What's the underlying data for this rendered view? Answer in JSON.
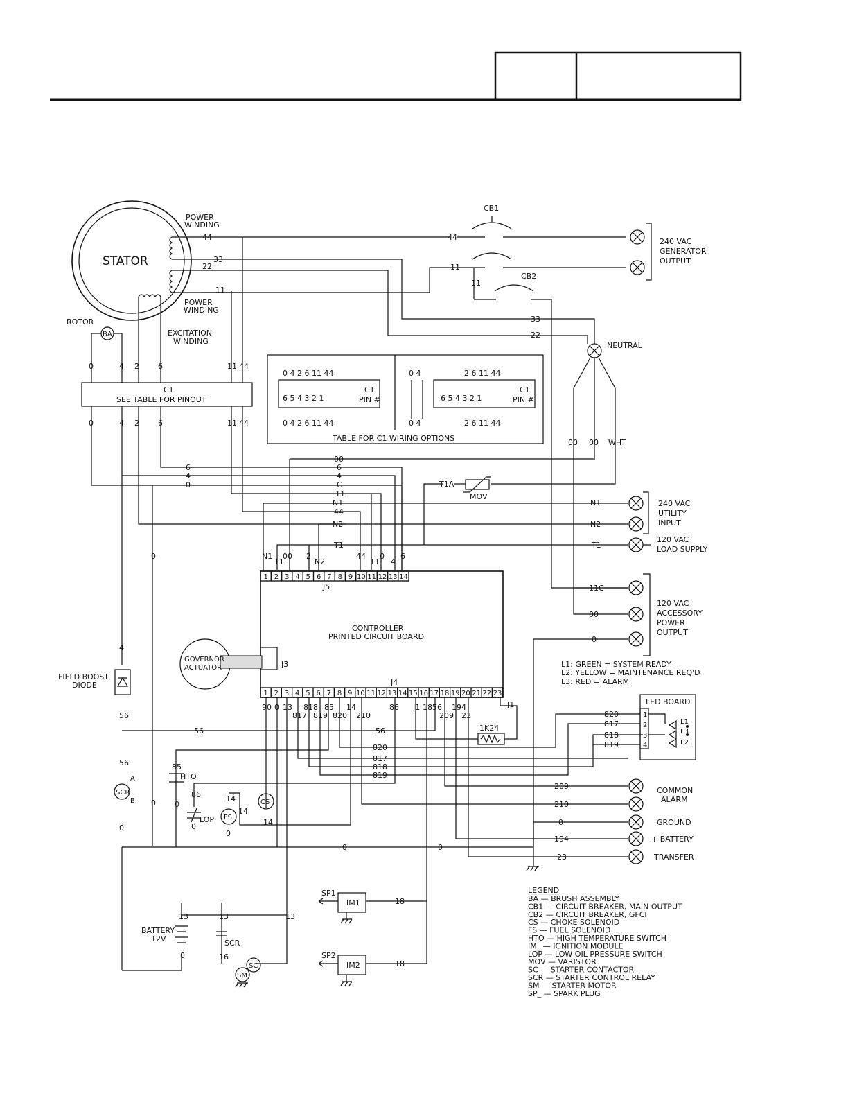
{
  "stator": {
    "label": "STATOR",
    "pw_top_1": "POWER",
    "pw_top_2": "WINDING",
    "pw_bot_1": "POWER",
    "pw_bot_2": "WINDING"
  },
  "rotor": {
    "label": "ROTOR",
    "ba": "BA",
    "exc_1": "EXCITATION",
    "exc_2": "WINDING"
  },
  "c1": {
    "name": "C1",
    "desc": "SEE TABLE FOR PINOUT"
  },
  "c1_table": {
    "caption": "TABLE FOR C1 WIRING OPTIONS",
    "pin_1": "C1",
    "pin_2": "PIN #"
  },
  "cb": {
    "cb1": "CB1",
    "cb2": "CB2"
  },
  "outputs": {
    "gen_1": "240 VAC",
    "gen_2": "GENERATOR",
    "gen_3": "OUTPUT",
    "neutral": "NEUTRAL",
    "util_1": "240 VAC",
    "util_2": "UTILITY",
    "util_3": "INPUT",
    "load_1": "120 VAC",
    "load_2": "LOAD SUPPLY",
    "acc_1": "120 VAC",
    "acc_2": "ACCESSORY",
    "acc_3": "POWER",
    "acc_4": "OUTPUT"
  },
  "controller": {
    "l1": "CONTROLLER",
    "l2": "PRINTED CIRCUIT BOARD",
    "j5": "J5",
    "j4": "J4",
    "j3": "J3"
  },
  "governor": {
    "l1": "GOVERNOR",
    "l2": "ACTUATOR"
  },
  "mov": {
    "label": "MOV",
    "wire": "T1A"
  },
  "resistor": "1K24",
  "led_notes": {
    "l1": "L1:  GREEN  =  SYSTEM  READY",
    "l2": "L2:  YELLOW  =  MAINTENANCE  REQ'D",
    "l3": "L3:  RED  =  ALARM"
  },
  "led_board": {
    "title": "LED BOARD",
    "pins": [
      "1",
      "2",
      "3",
      "4"
    ],
    "leds": [
      "L1",
      "L3",
      "L2"
    ]
  },
  "right_terms": {
    "common_1": "COMMON",
    "common_2": "ALARM",
    "ground": "GROUND",
    "battery": "+  BATTERY",
    "transfer": "TRANSFER"
  },
  "components": {
    "field_boost_1": "FIELD BOOST",
    "field_boost_2": "DIODE",
    "scr": "SCR",
    "scr_a": "A",
    "scr_b": "B",
    "hto": "HTO",
    "lop": "LOP",
    "fs": "FS",
    "cs": "CS",
    "battery_1": "BATTERY",
    "battery_2": "12V",
    "scr_relay": "SCR",
    "sc": "SC",
    "sm": "SM",
    "sp1": "SP1",
    "sp2": "SP2",
    "im1": "IM1",
    "im2": "IM2"
  },
  "legend": {
    "title": "LEGEND",
    "items": [
      "BA  —  BRUSH  ASSEMBLY",
      "CB1  —  CIRCUIT  BREAKER,  MAIN  OUTPUT",
      "CB2  —  CIRCUIT  BREAKER,  GFCI",
      "CS  —  CHOKE  SOLENOID",
      "FS  —  FUEL  SOLENOID",
      "HTO  —  HIGH  TEMPERATURE  SWITCH",
      "IM_  —  IGNITION  MODULE",
      "LOP  —  LOW  OIL  PRESSURE  SWITCH",
      "MOV  —  VARISTOR",
      "SC  —  STARTER  CONTACTOR",
      "SCR  —  STARTER  CONTROL  RELAY",
      "SM  —  STARTER  MOTOR",
      "SP_  —  SPARK  PLUG"
    ]
  },
  "j5_pins": [
    "1",
    "2",
    "3",
    "4",
    "5",
    "6",
    "7",
    "8",
    "9",
    "10",
    "11",
    "12",
    "13",
    "14"
  ],
  "j4_pins": [
    "1",
    "2",
    "3",
    "4",
    "5",
    "6",
    "7",
    "8",
    "9",
    "10",
    "11",
    "12",
    "13",
    "14",
    "15",
    "16",
    "17",
    "18",
    "19",
    "20",
    "21",
    "22",
    "23"
  ],
  "wires": {
    "w44": "44",
    "w33": "33",
    "w22": "22",
    "w11": "11",
    "w0": "0",
    "w4": "4",
    "w2": "2",
    "w6": "6",
    "w00": "00",
    "wC": "C",
    "wN1": "N1",
    "wN2": "N2",
    "wT1": "T1",
    "w11C": "11C",
    "wWHT": "WHT",
    "w90": "90",
    "w13": "13",
    "w817": "817",
    "w818": "818",
    "w819": "819",
    "w85": "85",
    "w820": "820",
    "w14": "14",
    "w210": "210",
    "w86": "86",
    "wJ1": "J1",
    "w18": "18",
    "w56": "56",
    "w209": "209",
    "w194": "194",
    "w23": "23",
    "w16": "16"
  }
}
